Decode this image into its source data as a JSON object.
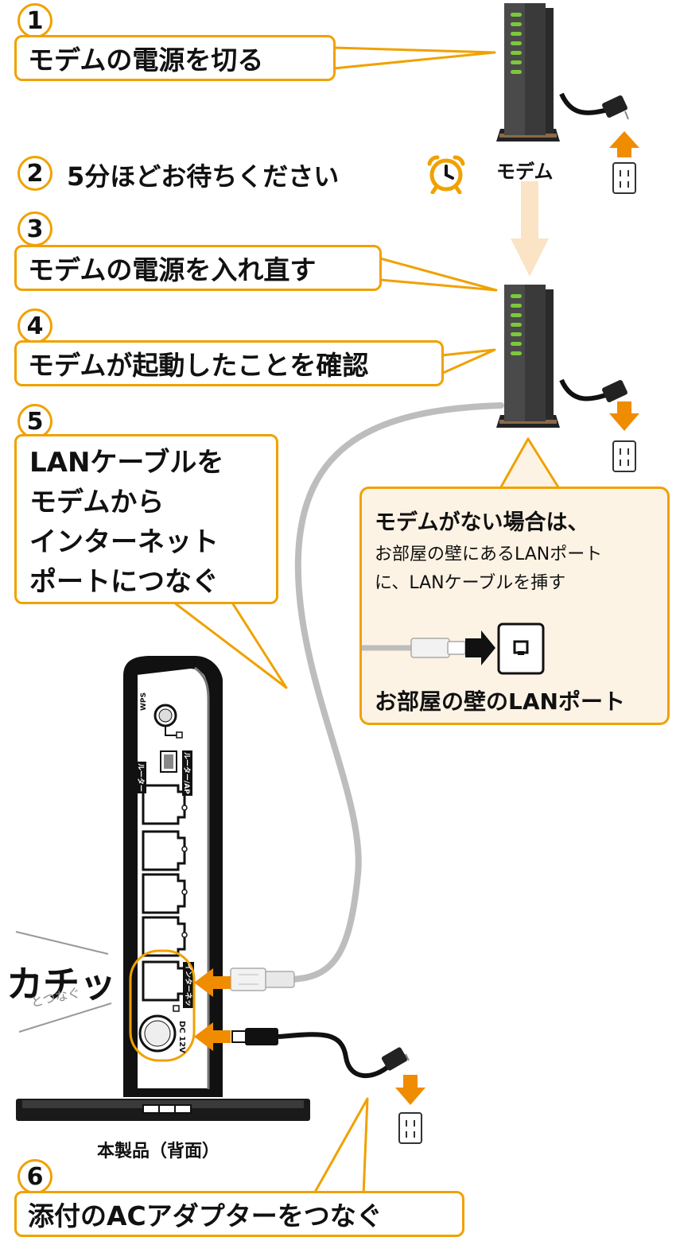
{
  "steps": [
    {
      "number": "1",
      "label": "モデムの電源を切る"
    },
    {
      "number": "2",
      "label": "5分ほどお待ちください"
    },
    {
      "number": "3",
      "label": "モデムの電源を入れ直す"
    },
    {
      "number": "4",
      "label": "モデムが起動したことを確認"
    },
    {
      "number": "5",
      "label_lines": [
        "LANケーブルを",
        "モデムから",
        "インターネット",
        "ポートにつなぐ"
      ]
    },
    {
      "number": "6",
      "label": "添付のACアダプターをつなぐ"
    }
  ],
  "modem_label": "モデム",
  "no_modem_box": {
    "title": "モデムがない場合は、",
    "line1": "お部屋の壁にあるLANポート",
    "line2": "に、LANケーブルを挿す",
    "caption": "お部屋の壁のLANポート"
  },
  "click_text": "カチッ",
  "click_sub": "とつなぐ",
  "product_label": "本製品（背面）",
  "router_labels": {
    "wps": "WPS",
    "mode_left": "ルーター",
    "mode_right": "ルーター/AP",
    "internet": "インターネット",
    "dc": "DC 12V"
  },
  "icons": [
    "alarm-clock-icon",
    "power-outlet-icon",
    "lan-port-icon",
    "arrow-down-icon",
    "arrow-up-icon",
    "arrow-left-icon",
    "arrow-right-icon"
  ],
  "colors": {
    "accent": "#f0a100",
    "arrow": "#f08c00",
    "arrow_light": "#fbe3c6",
    "led": "#7cc83c",
    "cable": "#bdbdbd",
    "box_bg": "#fdf3e5",
    "device": "#2e2e2e"
  }
}
